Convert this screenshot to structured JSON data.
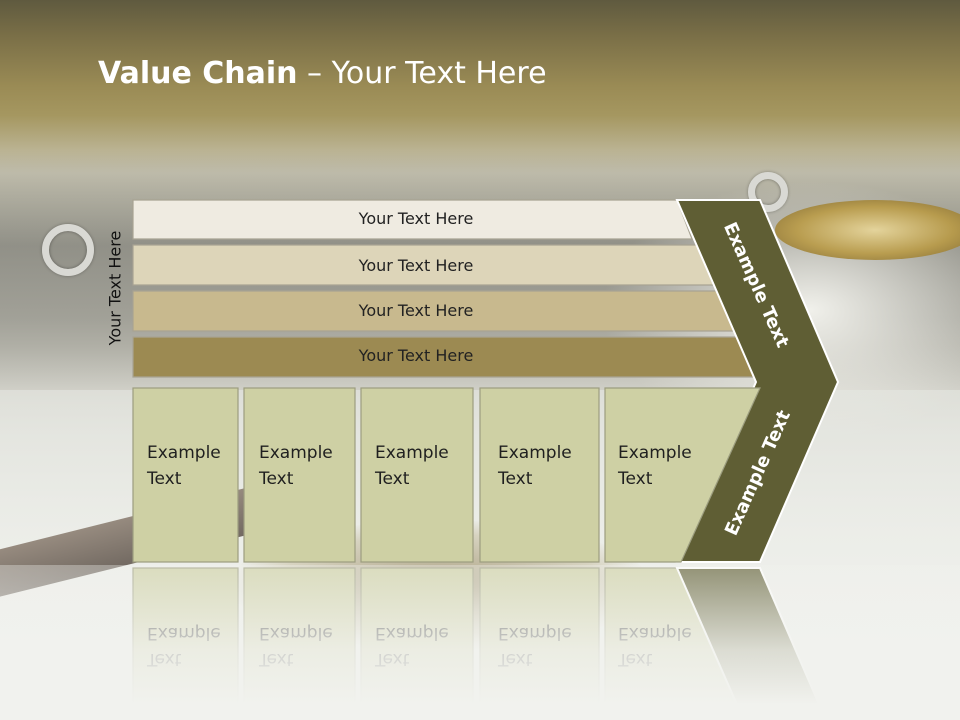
{
  "slide": {
    "title_bold": "Value Chain",
    "title_rest": " – Your Text Here",
    "vertical_label": "Your Text Here",
    "rows": [
      {
        "label": "Your Text Here",
        "color": "#efebe1"
      },
      {
        "label": "Your Text Here",
        "color": "#ddd5b9"
      },
      {
        "label": "Your Text Here",
        "color": "#c8b98e"
      },
      {
        "label": "Your Text Here",
        "color": "#9c8a52"
      }
    ],
    "cells": [
      {
        "line1": "Example",
        "line2": "Text"
      },
      {
        "line1": "Example",
        "line2": "Text"
      },
      {
        "line1": "Example",
        "line2": "Text"
      },
      {
        "line1": "Example",
        "line2": "Text"
      },
      {
        "line1": "Example",
        "line2": "Text"
      }
    ],
    "chevron_upper_text": "Example Text",
    "chevron_lower_text": "Example Text",
    "colors": {
      "chevron": "#5f5e34",
      "cell_fill": "#ced0a4",
      "cell_border": "#9c9d7f"
    }
  }
}
